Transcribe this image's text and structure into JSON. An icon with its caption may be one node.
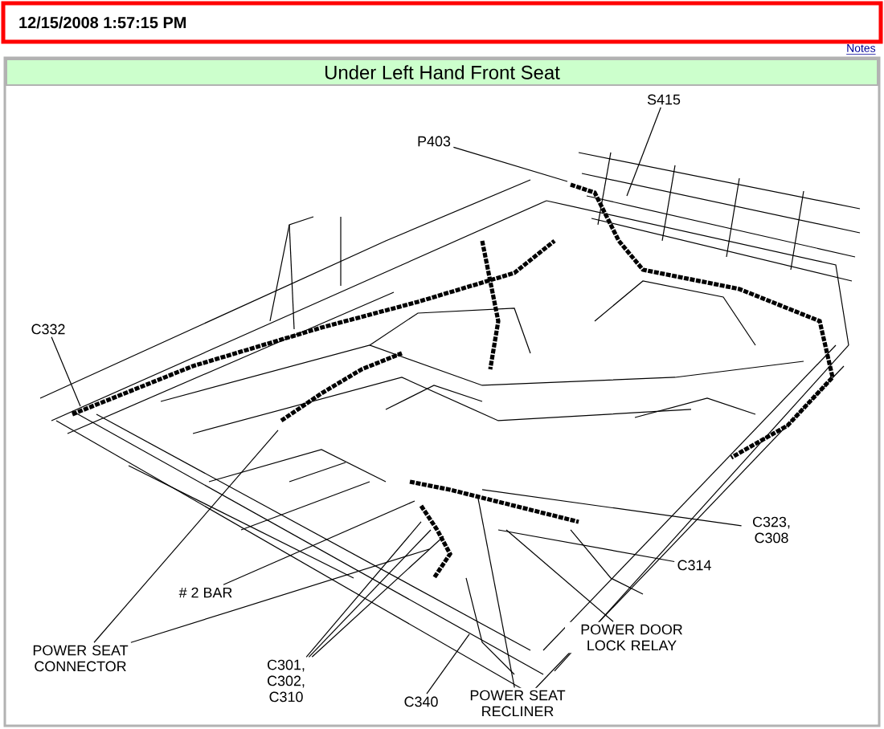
{
  "diagram": {
    "title": "Under Left Hand Front Seat",
    "nodes": [
      {
        "text": [
          "S415"
        ]
      },
      {
        "text": [
          "P403"
        ]
      },
      {
        "text": [
          "C332"
        ]
      },
      {
        "text": [
          "POWER SEAT CONNECTOR"
        ]
      },
      {
        "text": [
          "# 2 BAR"
        ]
      },
      {
        "text": [
          "C301, C302, C310"
        ]
      },
      {
        "text": [
          "C340"
        ]
      },
      {
        "text": [
          "POWER SEAT RECLINER"
        ]
      },
      {
        "text": [
          "POWER DOOR LOCK RELAY"
        ]
      },
      {
        "text": [
          "C314"
        ]
      },
      {
        "text": [
          "C323, C308"
        ]
      }
    ],
    "edges": [
      {
        "from": 0,
        "to": null,
        "arrow": "none"
      },
      {
        "from": 1,
        "to": null,
        "arrow": "none"
      },
      {
        "from": 2,
        "to": null,
        "arrow": "none"
      },
      {
        "from": 3,
        "to": null,
        "arrow": "none"
      },
      {
        "from": 3,
        "to": null,
        "arrow": "none"
      },
      {
        "from": 4,
        "to": null,
        "arrow": "none"
      },
      {
        "from": 5,
        "to": null,
        "arrow": "none"
      },
      {
        "from": 5,
        "to": null,
        "arrow": "none"
      },
      {
        "from": 5,
        "to": null,
        "arrow": "none"
      },
      {
        "from": 6,
        "to": null,
        "arrow": "none"
      },
      {
        "from": 7,
        "to": null,
        "arrow": "none"
      },
      {
        "from": 8,
        "to": null,
        "arrow": "none"
      },
      {
        "from": 9,
        "to": null,
        "arrow": "none"
      },
      {
        "from": 10,
        "to": null,
        "arrow": "none"
      }
    ],
    "labels": [
      "12/15/2008 1:57:15 PM",
      "Notes"
    ]
  }
}
